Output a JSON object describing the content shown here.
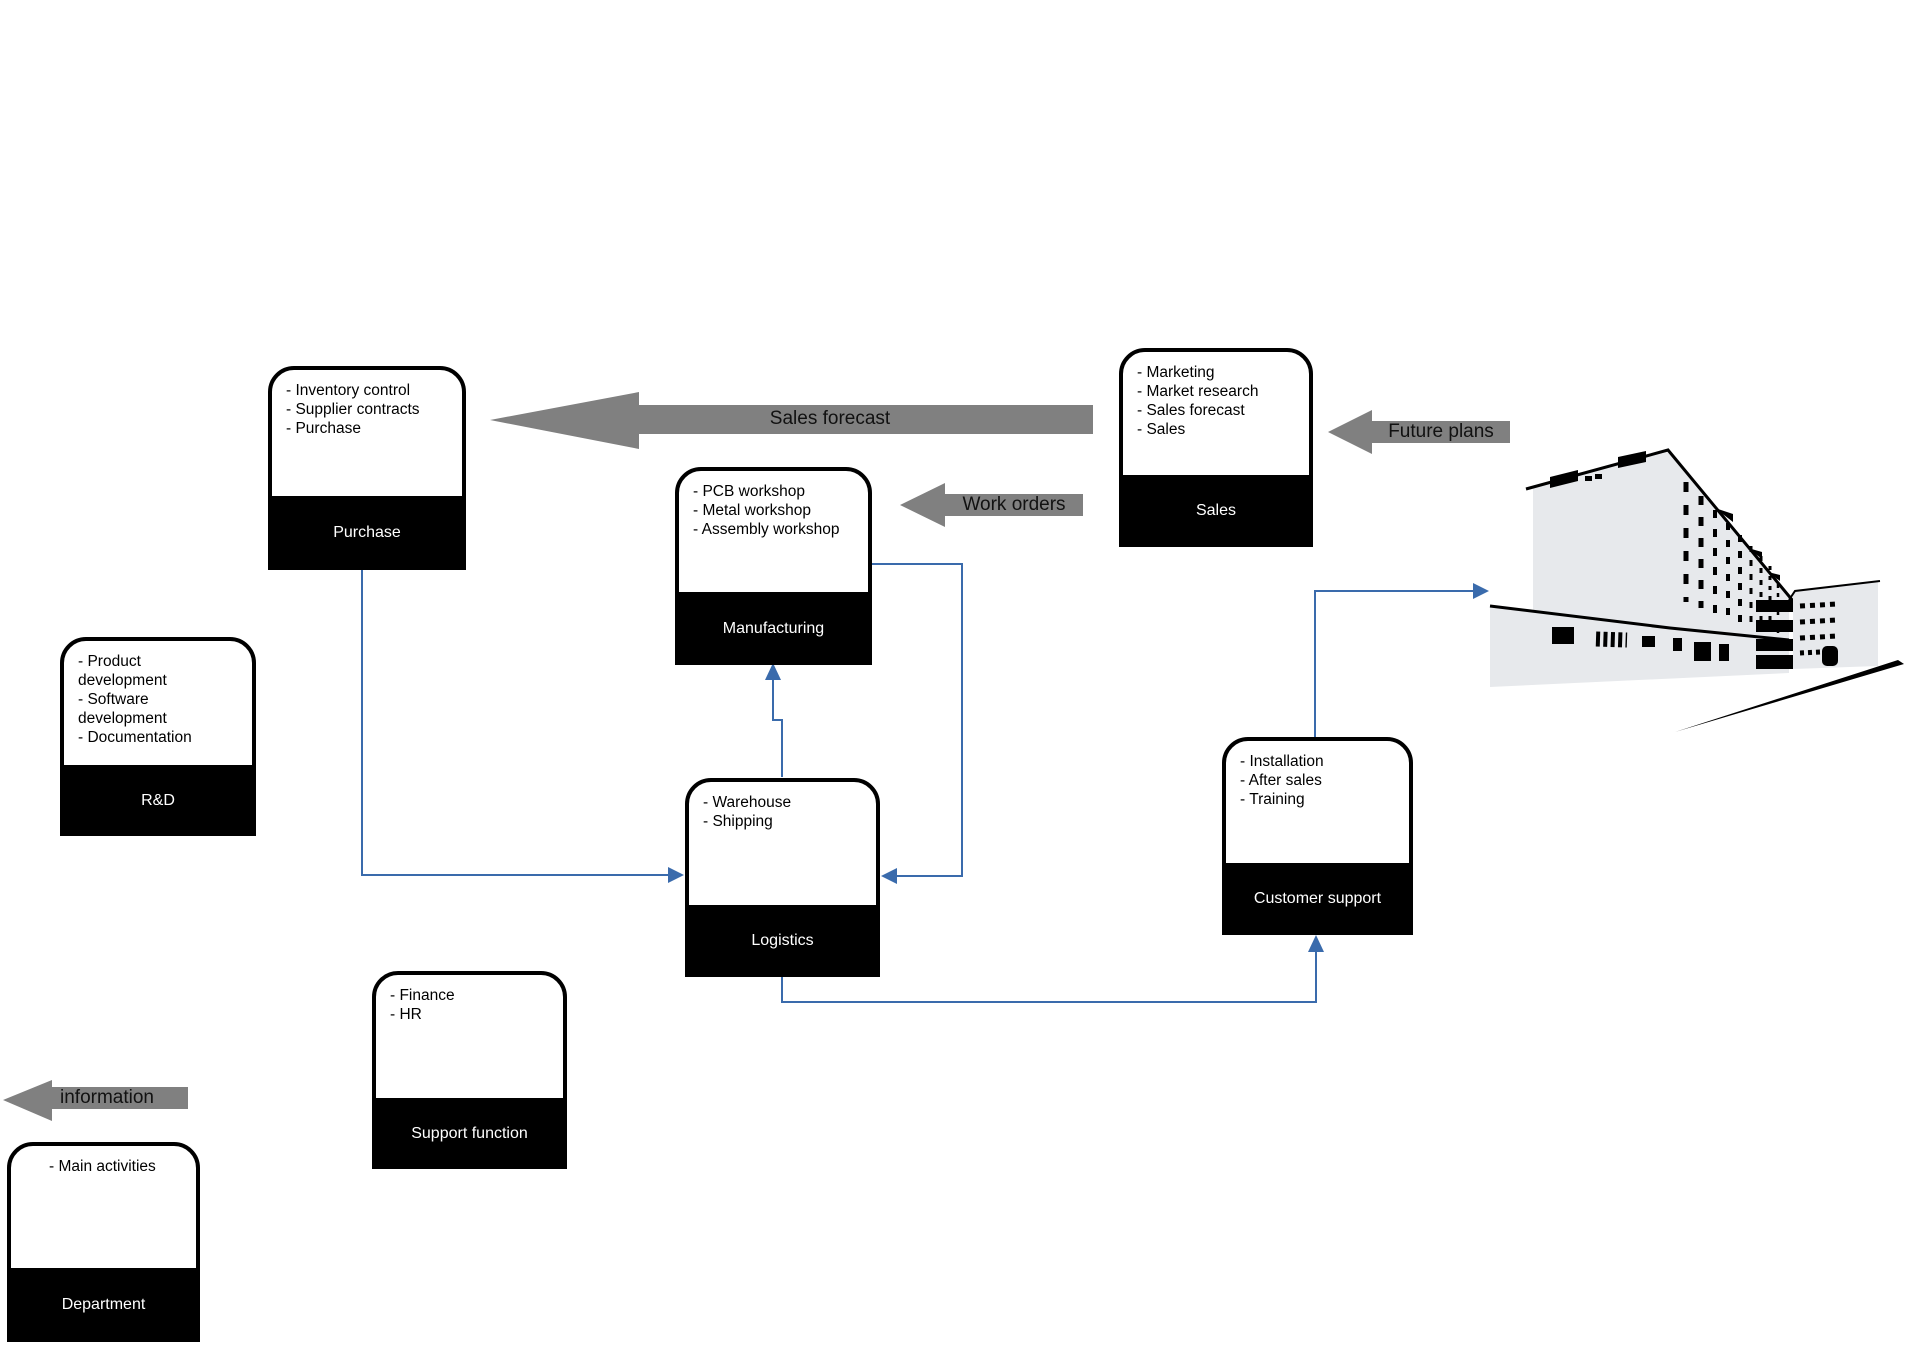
{
  "diagram": {
    "boxes": {
      "purchase": {
        "title": "Purchase",
        "items": [
          "- Inventory control",
          "- Supplier contracts",
          "- Purchase"
        ]
      },
      "sales": {
        "title": "Sales",
        "items": [
          "- Marketing",
          "- Market research",
          "- Sales forecast",
          "- Sales"
        ]
      },
      "manufacturing": {
        "title": "Manufacturing",
        "items": [
          "- PCB workshop",
          "- Metal workshop",
          "- Assembly workshop"
        ]
      },
      "logistics": {
        "title": "Logistics",
        "items": [
          "- Warehouse",
          "- Shipping"
        ]
      },
      "customer_support": {
        "title": "Customer support",
        "items": [
          "- Installation",
          "- After sales",
          "- Training"
        ]
      },
      "rnd": {
        "title": "R&D",
        "items": [
          "- Product development",
          "- Software development",
          "- Documentation"
        ]
      },
      "support_function": {
        "title": "Support function",
        "items": [
          "- Finance",
          "- HR"
        ]
      },
      "department": {
        "title": "Department",
        "items": [
          "- Main activities"
        ]
      }
    },
    "flow_labels": {
      "sales_forecast": "Sales forecast",
      "work_orders": "Work orders",
      "future_plans": "Future plans",
      "information": "information"
    },
    "colors": {
      "arrow_gray": "#808080",
      "connector_blue": "#3a6bac",
      "box_band_black": "#000000",
      "building_gray": "#e7e9ec",
      "background": "#ffffff"
    }
  }
}
